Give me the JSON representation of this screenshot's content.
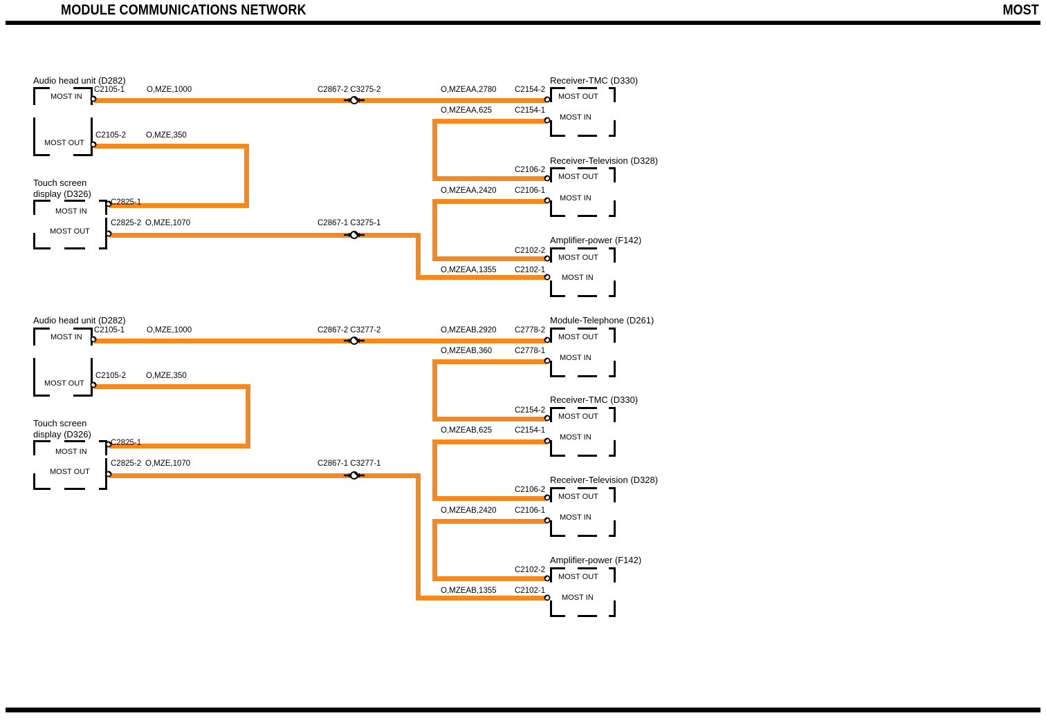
{
  "header": {
    "title": "MODULE COMMUNICATIONS NETWORK",
    "right_label": "MOST"
  },
  "ports": {
    "most_in": "MOST IN",
    "most_out": "MOST OUT"
  },
  "sections": [
    {
      "id": "top",
      "modules": {
        "audio_head_unit": "Audio head unit (D282)",
        "touch_screen_line1": "Touch screen",
        "touch_screen_line2": "display (D326)",
        "receiver_tmc": "Receiver-TMC (D330)",
        "receiver_television": "Receiver-Television (D328)",
        "amplifier_power": "Amplifier-power (F142)"
      },
      "connectors": {
        "ahu_in": "C2105-1",
        "ahu_out": "C2105-2",
        "tsd_in": "C2825-1",
        "tsd_out": "C2825-2",
        "tmc_out": "C2154-2",
        "tmc_in": "C2154-1",
        "tv_out": "C2106-2",
        "tv_in": "C2106-1",
        "amp_out": "C2102-2",
        "amp_in": "C2102-1"
      },
      "inline_connectors": {
        "upper": "C2867-2  C3275-2",
        "lower": "C2867-1  C3275-1"
      },
      "wires": {
        "ahu_in": "O,MZE,1000",
        "ahu_out": "O,MZE,350",
        "tsd_out": "O,MZE,1070",
        "tmc_out": "O,MZEAA,2780",
        "tmc_in": "O,MZEAA,625",
        "tv_in": "O,MZEAA,2420",
        "amp_in": "O,MZEAA,1355"
      }
    },
    {
      "id": "bottom",
      "modules": {
        "audio_head_unit": "Audio head unit (D282)",
        "touch_screen_line1": "Touch screen",
        "touch_screen_line2": "display (D326)",
        "module_telephone": "Module-Telephone (D261)",
        "receiver_tmc": "Receiver-TMC (D330)",
        "receiver_television": "Receiver-Television (D328)",
        "amplifier_power": "Amplifier-power (F142)"
      },
      "connectors": {
        "ahu_in": "C2105-1",
        "ahu_out": "C2105-2",
        "tsd_in": "C2825-1",
        "tsd_out": "C2825-2",
        "tel_out": "C2778-2",
        "tel_in": "C2778-1",
        "tmc_out": "C2154-2",
        "tmc_in": "C2154-1",
        "tv_out": "C2106-2",
        "tv_in": "C2106-1",
        "amp_out": "C2102-2",
        "amp_in": "C2102-1"
      },
      "inline_connectors": {
        "upper": "C2867-2  C3277-2",
        "lower": "C2867-1  C3277-1"
      },
      "wires": {
        "ahu_in": "O,MZE,1000",
        "ahu_out": "O,MZE,350",
        "tsd_out": "O,MZE,1070",
        "tel_out": "O,MZEAB,2920",
        "tel_in": "O,MZEAB,360",
        "tmc_in": "O,MZEAB,625",
        "tv_in": "O,MZEAB,2420",
        "amp_in": "O,MZEAB,1355"
      }
    }
  ],
  "colors": {
    "wire_orange": "#F5881F",
    "ink_black": "#000000",
    "background": "#FFFFFF"
  }
}
